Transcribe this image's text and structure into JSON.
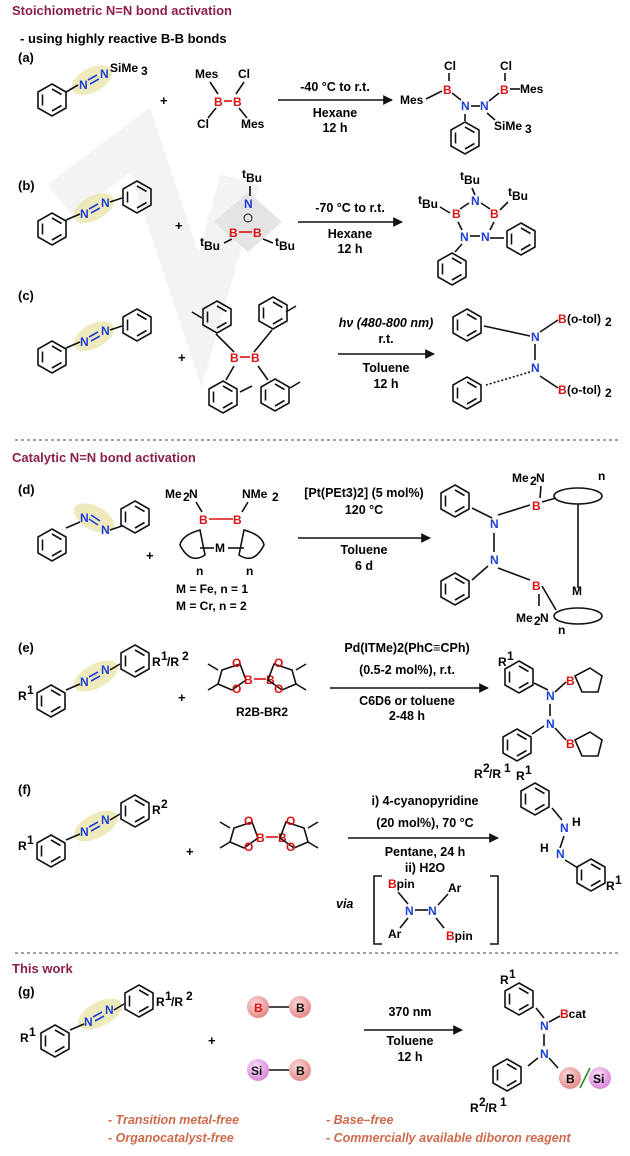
{
  "sections": {
    "stoich": "Stoichiometric N=N bond activation",
    "stoich_sub": "- using highly reactive B-B bonds",
    "catalytic": "Catalytic N=N bond activation",
    "this_work": "This work"
  },
  "labels": [
    "(a)",
    "(b)",
    "(c)",
    "(d)",
    "(e)",
    "(f)",
    "(g)"
  ],
  "plus": "+",
  "rxn_a": {
    "cond": [
      "-40 °C to r.t.",
      "Hexane",
      "12 h"
    ]
  },
  "rxn_b": {
    "cond": [
      "-70 °C to r.t.",
      "Hexane",
      "12 h"
    ]
  },
  "rxn_c": {
    "cond": [
      "hν (480-800 nm)",
      "r.t.",
      "Toluene",
      "12 h"
    ],
    "product_sub": "B(o-tol)2"
  },
  "rxn_d": {
    "cond": [
      "[Pt(PEt3)2] (5 mol%)",
      "120 °C",
      "Toluene",
      "6 d"
    ],
    "reagent_notes": [
      "M = Fe, n = 1",
      "M = Cr, n = 2"
    ]
  },
  "rxn_e": {
    "cond": [
      "Pd(ITMe)2(PhC≡CPh)",
      "(0.5-2 mol%), r.t.",
      "C6D6 or toluene",
      "2-48 h"
    ],
    "reagent_label": "R2B-BR2"
  },
  "rxn_f": {
    "cond": [
      "i) 4-cyanopyridine",
      "(20 mol%), 70 °C",
      "Pentane, 24 h",
      "ii) H2O"
    ],
    "via": "via"
  },
  "rxn_g": {
    "cond": [
      "370 nm",
      "Toluene",
      "12 h"
    ]
  },
  "features": [
    "- Transition metal-free",
    "- Organocatalyst-free",
    "- Base–free",
    "- Commercially available diboron reagent"
  ],
  "colors": {
    "section": "#8b1f4d",
    "nitrogen": "#1c3fd8",
    "boron": "#dd1111",
    "highlight": "#e8e3a6",
    "feature": "#cd6a4c",
    "silicon_ball": "#e9a8e8",
    "boron_ball": "#f0a6a6"
  }
}
